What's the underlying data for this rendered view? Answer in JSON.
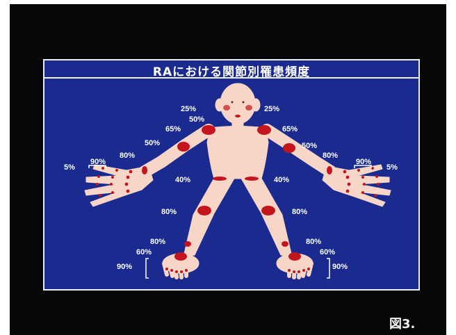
{
  "title": "RAにおける関節別罹患頻度",
  "figure_label": "図3.",
  "colors": {
    "panel": "#1a2a8e",
    "body": "#f7d6c8",
    "joint": "#c4141c",
    "text": "#ffffff"
  },
  "labels": {
    "jaw_right": "25%",
    "jaw_left": "25%",
    "neck": "50%",
    "shoulder_right": "65%",
    "shoulder_left": "65%",
    "elbow_right": "50%",
    "elbow_left": "50%",
    "wrist_right": "80%",
    "wrist_left": "80%",
    "mcp_right": "90%",
    "mcp_left": "90%",
    "dip_right": "5%",
    "dip_left": "5%",
    "hip_right": "40%",
    "hip_left": "40%",
    "knee_right": "80%",
    "knee_left": "80%",
    "ankle_right": "80%",
    "ankle_left": "80%",
    "tarsal_right": "60%",
    "tarsal_left": "60%",
    "toes_right": "90%",
    "toes_left": "90%"
  }
}
